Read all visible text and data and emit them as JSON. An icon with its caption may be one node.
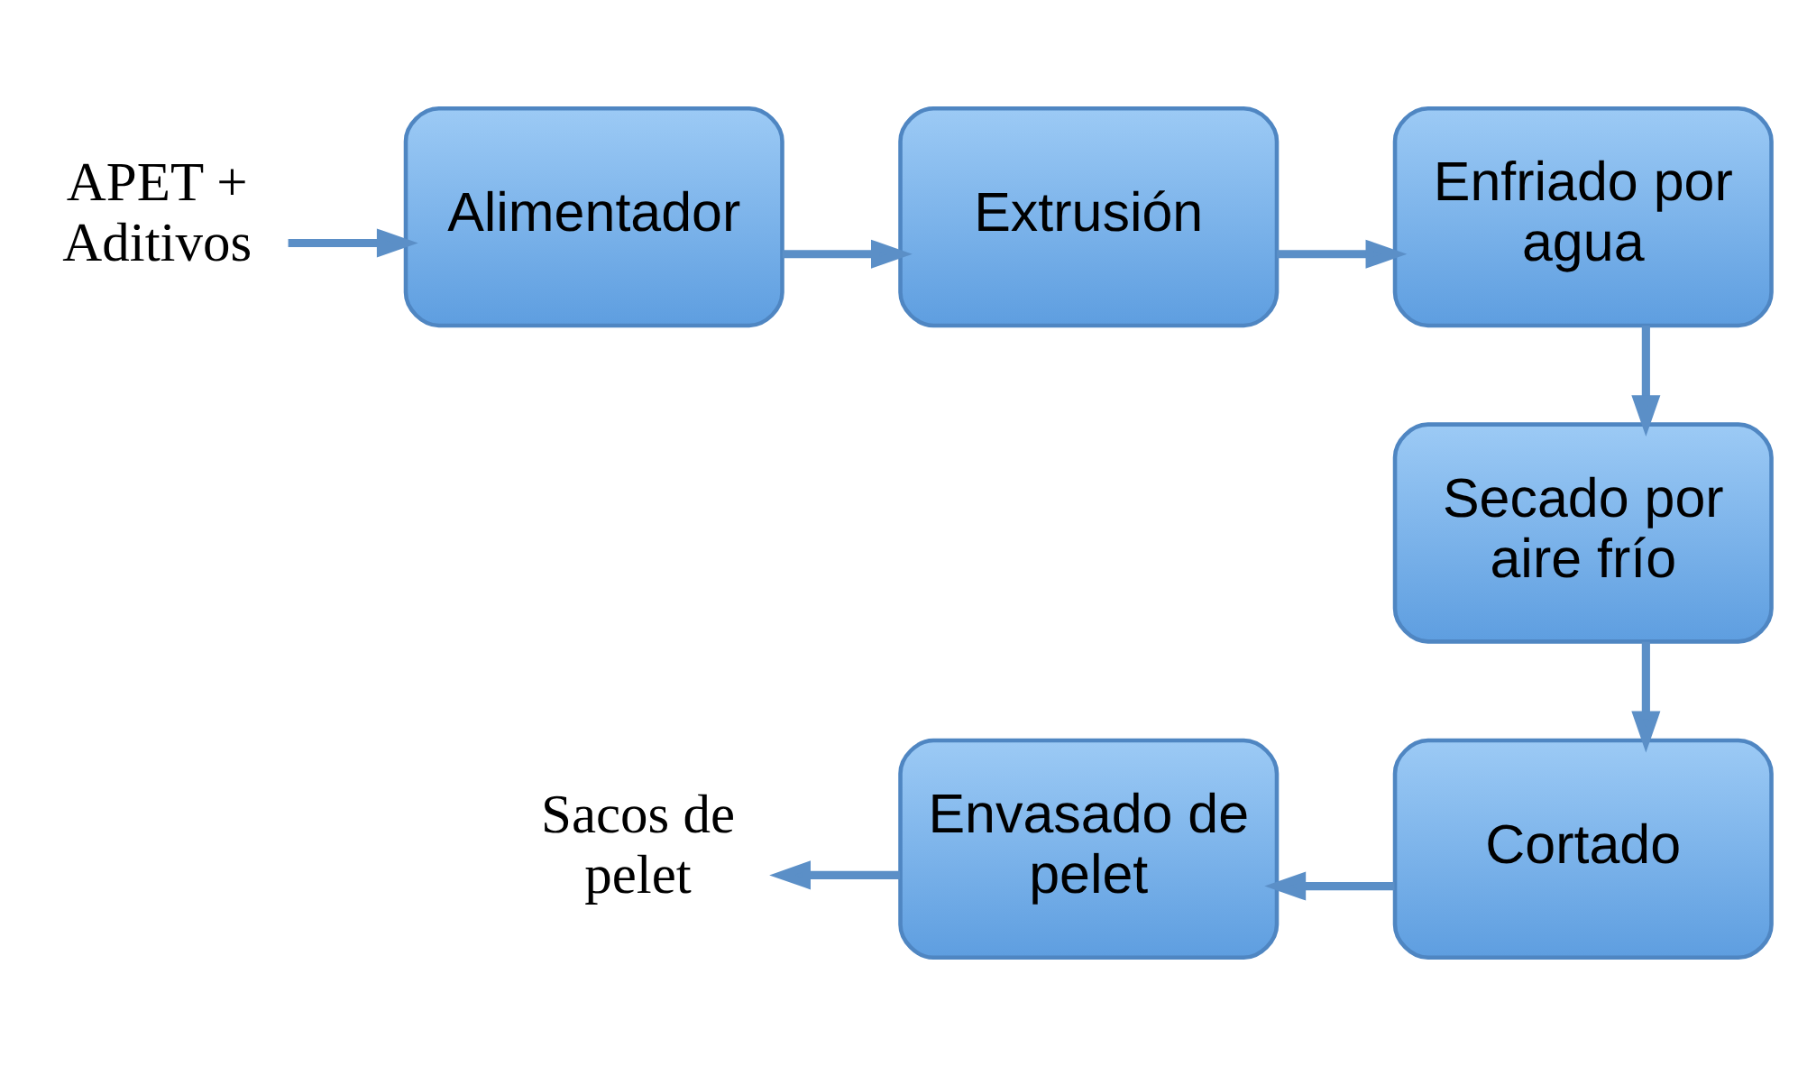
{
  "diagram": {
    "nodes": [
      {
        "text": [
          "APET + Aditivos"
        ]
      },
      {
        "text": [
          "Alimentador"
        ]
      },
      {
        "text": [
          "Extrusión"
        ]
      },
      {
        "text": [
          "Enfriado por agua"
        ]
      },
      {
        "text": [
          "Secado por aire frío"
        ]
      },
      {
        "text": [
          "Cortado"
        ]
      },
      {
        "text": [
          "Envasado de pelet"
        ]
      },
      {
        "text": [
          "Sacos de pelet"
        ]
      }
    ],
    "edges": [
      {
        "from": 0,
        "to": 1,
        "arrow": "to"
      },
      {
        "from": 1,
        "to": 2,
        "arrow": "to"
      },
      {
        "from": 2,
        "to": 3,
        "arrow": "to"
      },
      {
        "from": 3,
        "to": 4,
        "arrow": "to"
      },
      {
        "from": 4,
        "to": 5,
        "arrow": "to"
      },
      {
        "from": 5,
        "to": 6,
        "arrow": "to"
      },
      {
        "from": 6,
        "to": 7,
        "arrow": "to"
      }
    ]
  }
}
